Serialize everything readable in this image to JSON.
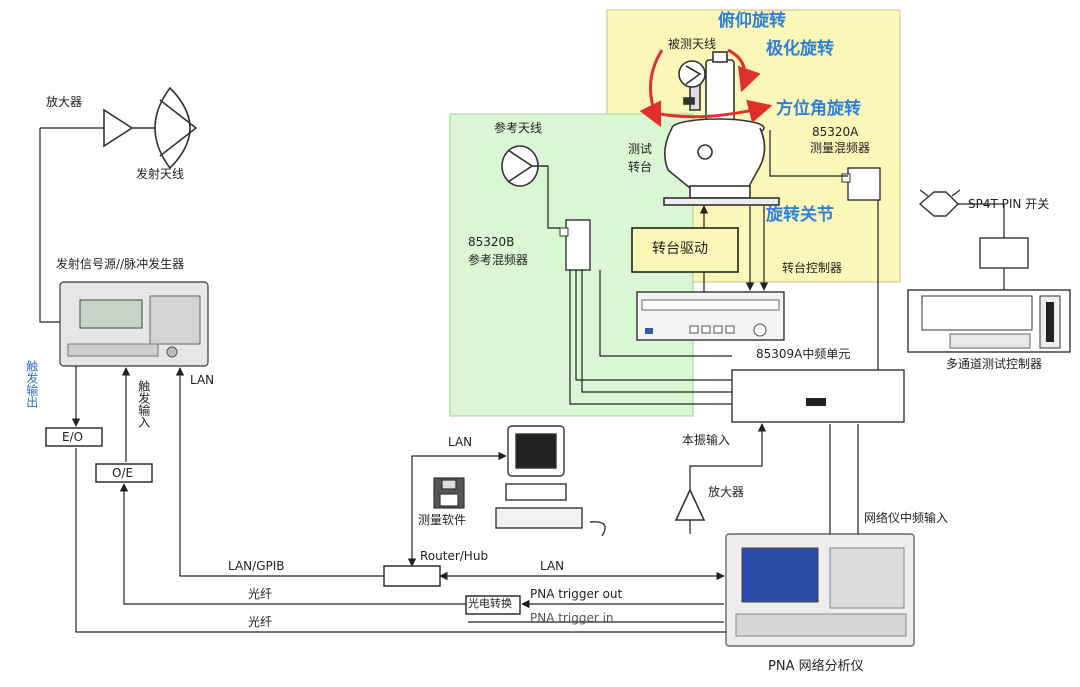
{
  "rotation_labels": {
    "pitch": "俯仰旋转",
    "polarization": "极化旋转",
    "azimuth": "方位角旋转",
    "rotary_joint": "旋转关节"
  },
  "labels": {
    "aut": "被测天线",
    "turntable": "测试\n转台",
    "mixer_a_model": "85320A",
    "mixer_a_name": "测量混频器",
    "turntable_drive": "转台驱动",
    "turntable_controller": "转台控制器",
    "ref_antenna": "参考天线",
    "mixer_b_model": "85320B",
    "mixer_b_name": "参考混频器",
    "amplifier_tx": "放大器",
    "tx_antenna": "发射天线",
    "signal_source": "发射信号源//脉冲发生器",
    "trigger_out": "触发输出",
    "trigger_in": "触发输入",
    "lan_source": "LAN",
    "eo": "E/O",
    "oe": "O/E",
    "sp4t": "SP4T PIN 开关",
    "multi_ctrl": "多通道测试控制器",
    "if_unit": "85309A中频单元",
    "lo_input": "本振输入",
    "amplifier_lo": "放大器",
    "lan_pc": "LAN",
    "software": "测量软件",
    "router": "Router/Hub",
    "lan_gpib": "LAN/GPIB",
    "lan_pna": "LAN",
    "fiber1": "光纤",
    "fiber2": "光纤",
    "pna_trigger_out": "PNA trigger out",
    "pna_trigger_in": "PNA trigger in",
    "oe_convert": "光电转换",
    "pna_if_input": "网络仪中频输入",
    "pna": "PNA 网络分析仪"
  },
  "colors": {
    "yellow_region": "#fbf7b9",
    "green_region": "#d8f7d2",
    "rotation_text": "#2f7fd6",
    "rotation_arrow": "#e0302a"
  }
}
